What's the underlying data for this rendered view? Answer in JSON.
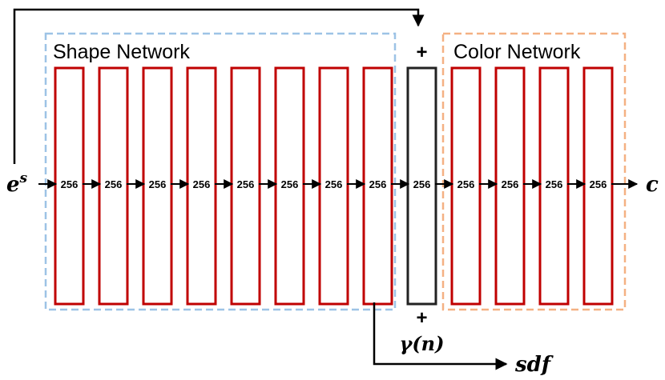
{
  "groups": {
    "shape": {
      "label": "Shape Network",
      "border_color": "#9dc3e6"
    },
    "color": {
      "label": "Color Network",
      "border_color": "#f4b183"
    }
  },
  "layers": {
    "shape_count": 8,
    "color_count": 4,
    "unit_value": "256",
    "layer_color": "#c00000",
    "concat_color": "#222222"
  },
  "symbols": {
    "input_base": "e",
    "input_sup": "s",
    "output": "c",
    "plus_top": "+",
    "plus_bottom": "+",
    "normal_encoding": "γ(n)",
    "sdf_output": "sdf"
  }
}
